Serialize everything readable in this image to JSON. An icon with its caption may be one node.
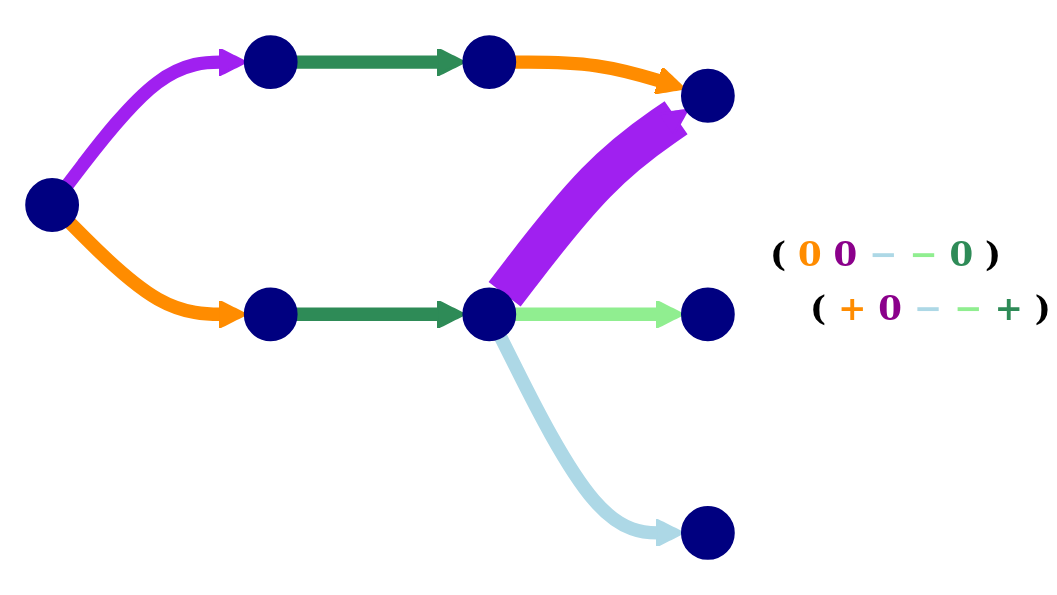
{
  "diagram": {
    "nodes": [
      {
        "text": [],
        "shape": "circle"
      },
      {
        "text": [],
        "shape": "circle"
      },
      {
        "text": [],
        "shape": "circle"
      },
      {
        "text": [],
        "shape": "circle"
      },
      {
        "text": [],
        "shape": "circle"
      },
      {
        "text": [],
        "shape": "circle"
      },
      {
        "text": [],
        "shape": "circle"
      },
      {
        "text": [],
        "shape": "circle"
      }
    ],
    "edges": [
      {
        "from": 0,
        "to": 1,
        "arrow": "to",
        "color": "#a020f0"
      },
      {
        "from": 1,
        "to": 2,
        "arrow": "to",
        "color": "#2e8b57"
      },
      {
        "from": 2,
        "to": 3,
        "arrow": "to",
        "color": "#ff8c00"
      },
      {
        "from": 0,
        "to": 4,
        "arrow": "to",
        "color": "#ff8c00"
      },
      {
        "from": 4,
        "to": 5,
        "arrow": "to",
        "color": "#2e8b57"
      },
      {
        "from": 5,
        "to": 3,
        "arrow": "to",
        "style": "thick",
        "color": "#a020f0"
      },
      {
        "from": 5,
        "to": 6,
        "arrow": "to",
        "color": "#90ee90"
      },
      {
        "from": 5,
        "to": 7,
        "arrow": "to",
        "color": "#add8e6"
      }
    ],
    "labels": [
      "( 0 0 − − 0 )",
      "( + 0 − − + )"
    ]
  }
}
